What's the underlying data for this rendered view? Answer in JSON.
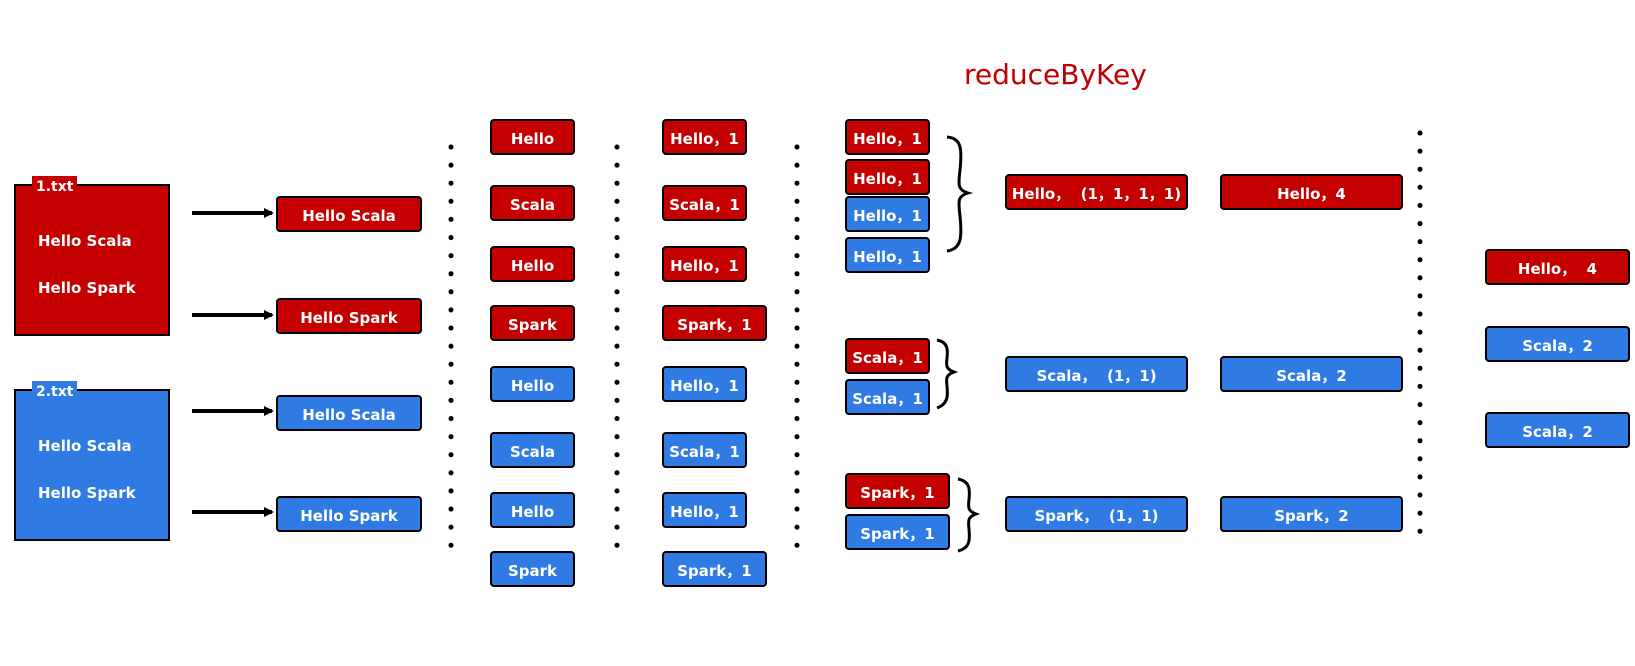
{
  "title": "reduceByKey",
  "colors": {
    "red": "#c40000",
    "blue": "#2f7be3"
  },
  "files": [
    {
      "name": "1.txt",
      "lines": [
        "Hello Scala",
        "Hello Spark"
      ],
      "color": "red"
    },
    {
      "name": "2.txt",
      "lines": [
        "Hello Scala",
        "Hello Spark"
      ],
      "color": "blue"
    }
  ],
  "lines_stage": [
    {
      "text": "Hello Scala",
      "color": "red"
    },
    {
      "text": "Hello Spark",
      "color": "red"
    },
    {
      "text": "Hello Scala",
      "color": "blue"
    },
    {
      "text": "Hello Spark",
      "color": "blue"
    }
  ],
  "words_stage": [
    {
      "text": "Hello",
      "color": "red"
    },
    {
      "text": "Scala",
      "color": "red"
    },
    {
      "text": "Hello",
      "color": "red"
    },
    {
      "text": "Spark",
      "color": "red"
    },
    {
      "text": "Hello",
      "color": "blue"
    },
    {
      "text": "Scala",
      "color": "blue"
    },
    {
      "text": "Hello",
      "color": "blue"
    },
    {
      "text": "Spark",
      "color": "blue"
    }
  ],
  "pairs_stage": [
    {
      "text": "Hello，1",
      "color": "red"
    },
    {
      "text": "Scala，1",
      "color": "red"
    },
    {
      "text": "Hello，1",
      "color": "red"
    },
    {
      "text": "Spark，1",
      "color": "red"
    },
    {
      "text": "Hello，1",
      "color": "blue"
    },
    {
      "text": "Scala，1",
      "color": "blue"
    },
    {
      "text": "Hello，1",
      "color": "blue"
    },
    {
      "text": "Spark，1",
      "color": "blue"
    }
  ],
  "grouped_stage": [
    {
      "text": "Hello，1",
      "color": "red"
    },
    {
      "text": "Hello，1",
      "color": "red"
    },
    {
      "text": "Hello，1",
      "color": "blue"
    },
    {
      "text": "Hello，1",
      "color": "blue"
    },
    {
      "text": "Scala，1",
      "color": "red"
    },
    {
      "text": "Scala，1",
      "color": "blue"
    },
    {
      "text": "Spark，1",
      "color": "red"
    },
    {
      "text": "Spark，1",
      "color": "blue"
    }
  ],
  "collected_stage": [
    {
      "text": "Hello，  (1，1，1，1)",
      "color": "red"
    },
    {
      "text": "Scala，  (1，1)",
      "color": "blue"
    },
    {
      "text": "Spark，  (1，1)",
      "color": "blue"
    }
  ],
  "reduced_stage": [
    {
      "text": "Hello，4",
      "color": "red"
    },
    {
      "text": "Scala，2",
      "color": "blue"
    },
    {
      "text": "Spark，2",
      "color": "blue"
    }
  ],
  "result_stage": [
    {
      "text": "Hello，  4",
      "color": "red"
    },
    {
      "text": "Scala，2",
      "color": "blue"
    },
    {
      "text": "Scala，2",
      "color": "blue"
    }
  ]
}
